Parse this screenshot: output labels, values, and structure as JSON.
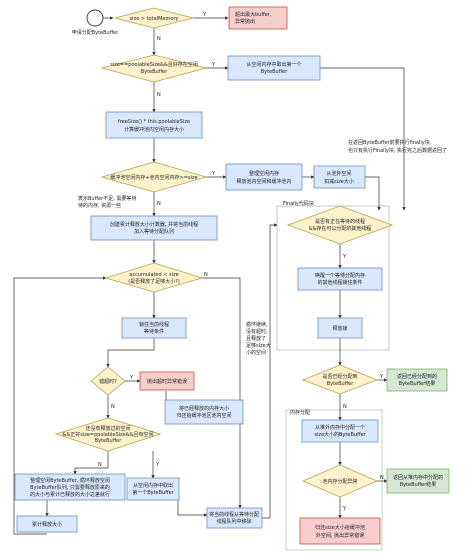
{
  "start_label": "申请分配ByteBuffer",
  "decisions": {
    "size_check": "size > totalMemory",
    "poolable": [
      "size==poolableSize&&且好存在空闲",
      "ByteBuffer"
    ],
    "enough_memory": "缓冲池空闲内存+池内空闲内存>=size",
    "accumulated": [
      "accumulated < size",
      "(是否释放了足够大小?)"
    ],
    "timeout": "错超时?",
    "no_release": [
      "还没有释放过的空间",
      "&&正好size=poolableSize&&且有空闲",
      "ByteBuffer"
    ],
    "waiters": [
      "是否有正在等待的线程",
      "&&存在可以分配的其他线程"
    ],
    "succeeded": [
      "是否已经分配到",
      "ByteBuffer"
    ],
    "pool_exception": "池内存分配异常"
  },
  "boxes": {
    "error_size": [
      "超出最大buffer,",
      "异常抛出"
    ],
    "take_pool": [
      "从空闲内存中取出第一个",
      "ByteBuffer"
    ],
    "free_size": [
      "freeSize() * this.poolableSize",
      "计算缓冲池内空闲内存大小"
    ],
    "free_memory": [
      "整理空闲内存",
      "释放池内空间和缓冲池内"
    ],
    "pool_out": [
      "从池外空间",
      "扣减size大小"
    ],
    "create_wait": [
      "创建累计释放大小计数器, 并将当前线程",
      "加入等待分配队列"
    ],
    "wait_on": [
      "锁住当前线程",
      "等待条件"
    ],
    "timeout_error": "抛出超时异常错误",
    "release_back": [
      "将已经释放的内存大小",
      "归还给缓冲池区池内空间"
    ],
    "collect_memory": [
      "整理空闲ByteBuffer, 循环释放空闲",
      "ByteBuffer队列, 只需要释放原来的",
      "的大小与累计已释放的大小之差就行"
    ],
    "accum_size": "累计释放大小",
    "take_first": [
      "从空闲内存中取出",
      "第一个ByteBuffer"
    ],
    "remove_queue": [
      "将当前线程从等待分配",
      "线程队列中移除"
    ],
    "wake_others": [
      "唤醒一个等待分配内存",
      "的其他线程锁住条件"
    ],
    "release_lock": "释放锁",
    "return_pool": [
      "返回已经分配到的",
      "ByteBuffer结果"
    ],
    "alloc_size": [
      "从堆外内存中分配一个",
      "size大小的ByteBuffer"
    ],
    "return_heap": [
      "返回从堆内存中分配的",
      "ByteBuffer结果"
    ],
    "undo_alloc": [
      "归还size大小给缓冲池",
      "外空间, 抛出异常错误"
    ]
  },
  "groups": {
    "finally": "Finally代码块",
    "pool_alloc": "内存分配"
  },
  "notes": {
    "not_enough": [
      "表示Buffer不足, 需要等待",
      "待的内存, 资源一些"
    ],
    "finally_note": [
      "在返回ByteBuffer前要执行finally块,",
      "也只有执行Finally块, 执行完之后数据返回了"
    ],
    "loop_note": [
      "循环继续,",
      "没有超时,",
      "且释放了",
      "足够size大",
      "小的空间"
    ]
  },
  "edge_labels": {
    "yes": "Y",
    "no": "N"
  },
  "colors": {
    "process": "#dae8fc",
    "decision": "#fff2cc",
    "success": "#d5e8d4",
    "error": "#f8cecc"
  }
}
